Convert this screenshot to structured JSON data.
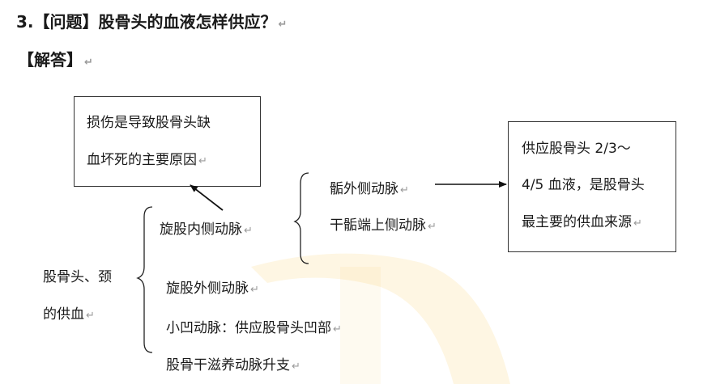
{
  "question": {
    "title": "3.【问题】股骨头的血液怎样供应？"
  },
  "answer": {
    "label": "【解答】"
  },
  "box_left": {
    "line1": "损伤是导致股骨头缺",
    "line2": "血坏死的主要原因"
  },
  "box_right": {
    "line1": "供应股骨头 2/3～",
    "line2": "4/5 血液，是股骨头",
    "line3": "最主要的供血来源"
  },
  "root": {
    "line1": "股骨头、颈",
    "line2": "的供血"
  },
  "branches": {
    "medial": "旋股内侧动脉",
    "lateral": "旋股外侧动脉",
    "fovea": "小凹动脉：供应股骨头凹部",
    "shaft": "股骨干滋养动脉升支"
  },
  "sub_branches": {
    "lateral_epiphyseal": "骺外侧动脉",
    "superior_metaphyseal": "干骺端上侧动脉"
  },
  "marks": {
    "paragraph": "↵"
  },
  "colors": {
    "watermark": "#f6c343",
    "text": "#1a1a1a",
    "border": "#333333"
  }
}
